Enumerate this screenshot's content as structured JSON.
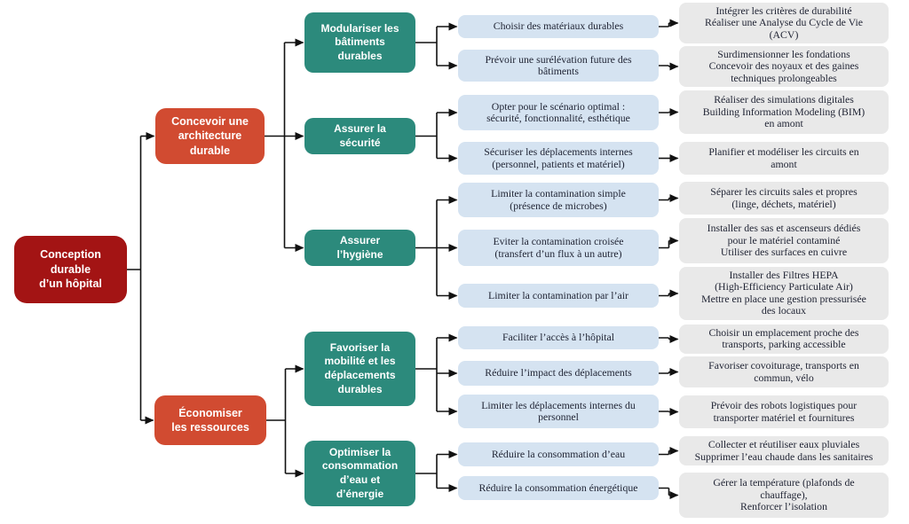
{
  "colors": {
    "root_node": "#A31414",
    "level2_node": "#D14B31",
    "level3_node": "#2C8A7C",
    "action_box": "#D5E3F1",
    "detail_box": "#E9E9E9",
    "connector": "#111111",
    "node_text": "#ffffff",
    "box_text": "#1F2333"
  },
  "root": {
    "label": "Conception\ndurable\nd’un hôpital"
  },
  "level2": [
    {
      "label": "Concevoir une\narchitecture\ndurable"
    },
    {
      "label": "Économiser\nles ressources"
    }
  ],
  "level3": [
    {
      "label": "Modulariser les\nbâtiments\ndurables"
    },
    {
      "label": "Assurer la\nsécurité"
    },
    {
      "label": "Assurer\nl’hygiène"
    },
    {
      "label": "Favoriser la\nmobilité et les\ndéplacements\ndurables"
    },
    {
      "label": "Optimiser la\nconsommation\nd’eau et\nd’énergie"
    }
  ],
  "actions": [
    "Choisir des matériaux durables",
    "Prévoir une surélévation future des\nbâtiments",
    "Opter pour le scénario optimal :\nsécurité, fonctionnalité, esthétique",
    "Sécuriser les déplacements internes\n(personnel, patients et matériel)",
    "Limiter la contamination simple\n(présence de microbes)",
    "Eviter la contamination croisée\n(transfert d’un flux à un autre)",
    "Limiter la contamination par l’air",
    "Faciliter l’accès à l’hôpital",
    "Réduire l’impact des déplacements",
    "Limiter les déplacements internes du\npersonnel",
    "Réduire la consommation d’eau",
    "Réduire la consommation énergétique"
  ],
  "details": [
    "Intégrer les critères de durabilité\nRéaliser une Analyse du Cycle de Vie\n(ACV)",
    "Surdimensionner les fondations\nConcevoir des noyaux et des gaines\ntechniques prolongeables",
    "Réaliser des simulations digitales\nBuilding Information Modeling (BIM)\nen amont",
    "Planifier et modéliser les circuits en\namont",
    "Séparer les circuits sales et propres\n(linge, déchets, matériel)",
    "Installer des sas et ascenseurs dédiés\npour le matériel contaminé\nUtiliser des surfaces en cuivre",
    "Installer des Filtres HEPA\n(High-Efficiency Particulate Air)\nMettre en place une gestion pressurisée\ndes locaux",
    "Choisir un emplacement proche des\ntransports, parking accessible",
    "Favoriser covoiturage, transports en\ncommun, vélo",
    "Prévoir des robots logistiques pour\ntransporter matériel et fournitures",
    "Collecter et réutiliser eaux pluviales\nSupprimer l’eau chaude dans les sanitaires",
    "Gérer la température (plafonds de\nchauffage),\nRenforcer l’isolation"
  ]
}
